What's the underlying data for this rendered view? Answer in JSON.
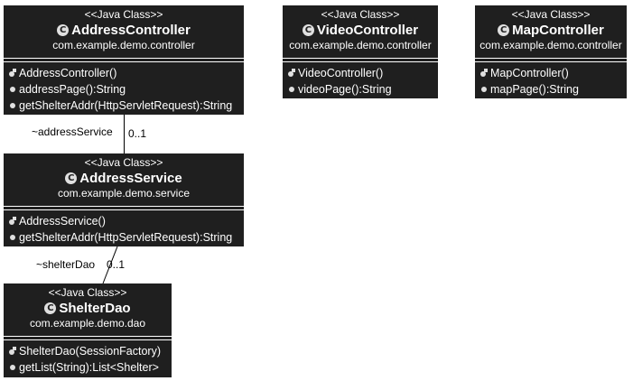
{
  "classes": {
    "address_controller": {
      "stereotype": "<<Java Class>>",
      "name": "AddressController",
      "package": "com.example.demo.controller",
      "members": [
        "AddressController()",
        "addressPage():String",
        "getShelterAddr(HttpServletRequest):String"
      ]
    },
    "video_controller": {
      "stereotype": "<<Java Class>>",
      "name": "VideoController",
      "package": "com.example.demo.controller",
      "members": [
        "VideoController()",
        "videoPage():String"
      ]
    },
    "map_controller": {
      "stereotype": "<<Java Class>>",
      "name": "MapController",
      "package": "com.example.demo.controller",
      "members": [
        "MapController()",
        "mapPage():String"
      ]
    },
    "address_service": {
      "stereotype": "<<Java Class>>",
      "name": "AddressService",
      "package": "com.example.demo.service",
      "members": [
        "AddressService()",
        "getShelterAddr(HttpServletRequest):String"
      ]
    },
    "shelter_dao": {
      "stereotype": "<<Java Class>>",
      "name": "ShelterDao",
      "package": "com.example.demo.dao",
      "members": [
        "ShelterDao(SessionFactory)",
        "getList(String):List<Shelter>"
      ]
    }
  },
  "associations": {
    "controller_to_service": {
      "role": "~addressService",
      "multiplicity": "0..1"
    },
    "service_to_dao": {
      "role": "~shelterDao",
      "multiplicity": "0..1"
    }
  },
  "class_icon_letter": "C",
  "colors": {
    "box_fill": "#1f1f1f",
    "box_text": "#ffffff",
    "line": "#000000"
  }
}
